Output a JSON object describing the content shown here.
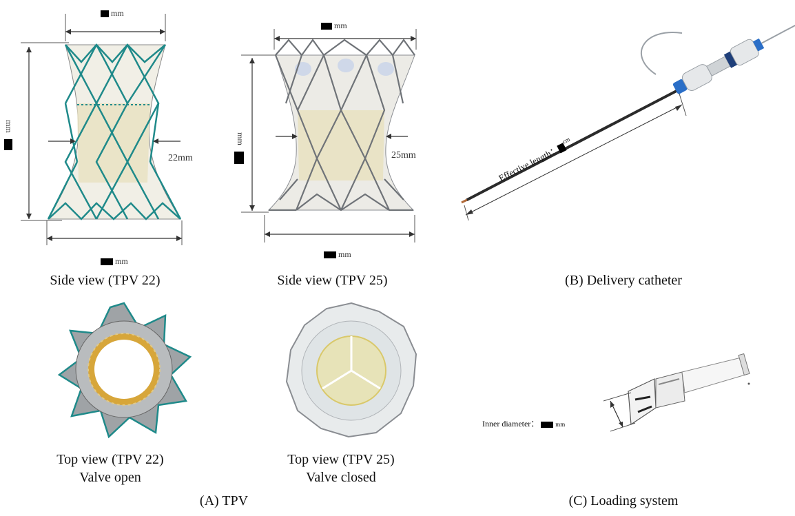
{
  "panel_a": {
    "label": "(A) TPV",
    "tpv22_side": {
      "caption": "Side view (TPV 22)",
      "top_dim_unit": "mm",
      "height_dim_unit": "mm",
      "waist_dim": "22mm",
      "bottom_dim_unit": "mm"
    },
    "tpv25_side": {
      "caption": "Side view (TPV 25)",
      "top_dim_unit": "mm",
      "height_dim_unit": "mm",
      "waist_dim": "25mm",
      "bottom_dim_unit": "mm"
    },
    "tpv22_top": {
      "caption_line1": "Top view (TPV 22)",
      "caption_line2": "Valve open"
    },
    "tpv25_top": {
      "caption_line1": "Top view (TPV 25)",
      "caption_line2": "Valve closed"
    }
  },
  "panel_b": {
    "label": "(B) Delivery catheter",
    "length_label": "Effective length：",
    "length_unit": "cm"
  },
  "panel_c": {
    "label": "(C) Loading system",
    "diameter_label": "Inner diameter：",
    "diameter_unit": "mm"
  },
  "colors": {
    "frame_teal": "#1f8a8a",
    "frame_gray": "#6f7378",
    "fabric": "#e9e2c2",
    "leaflet": "#d7a63a",
    "catheter": "#2b2b2b",
    "handle_blue": "#2a6ec7"
  }
}
